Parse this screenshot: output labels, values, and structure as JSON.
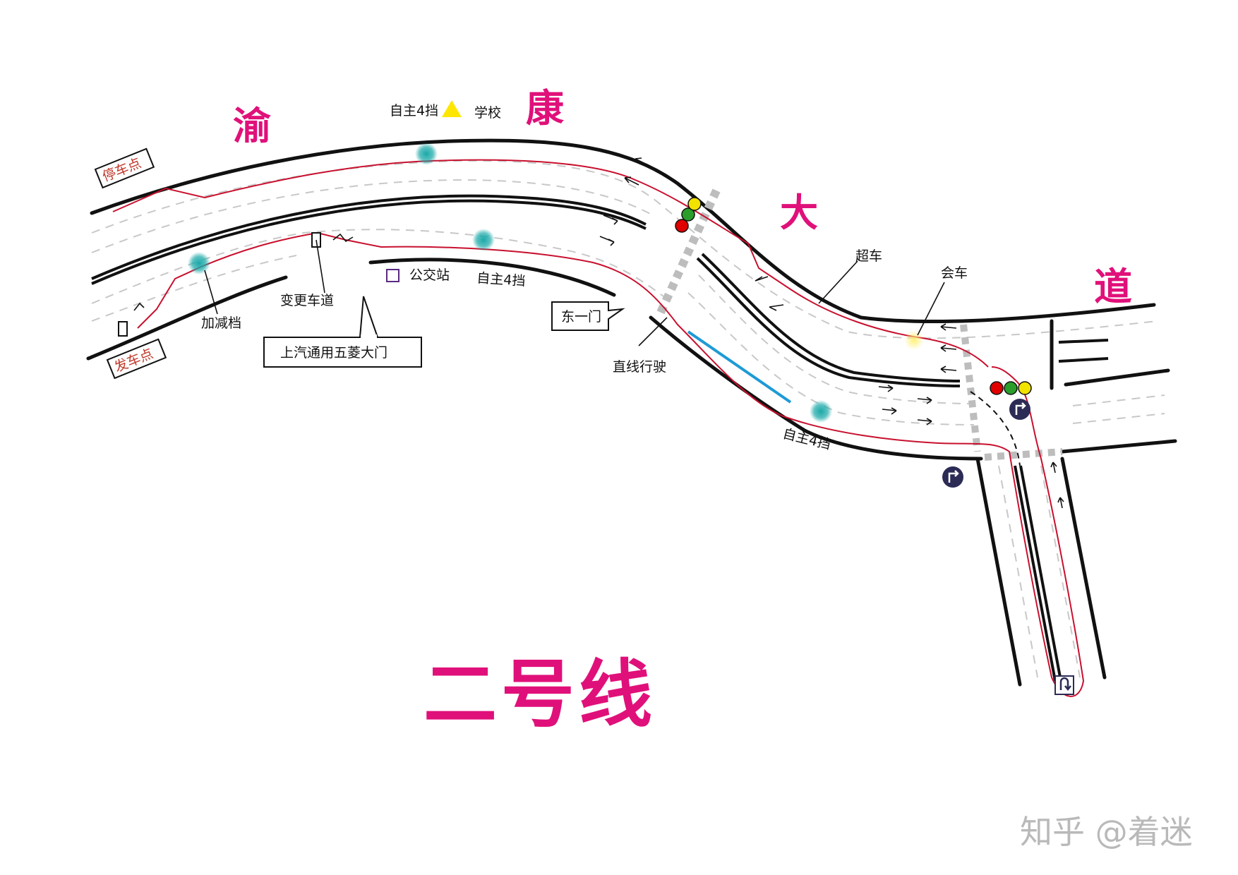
{
  "road_name_chars": [
    "渝",
    "康",
    "大",
    "道"
  ],
  "title": "二号线",
  "labels": {
    "auto_gear_top": "自主4挡",
    "school": "学校",
    "bus_stop": "公交站",
    "auto_gear_mid": "自主4挡",
    "gear_shift": "加减档",
    "lane_change": "变更车道",
    "saic_gate": "上汽通用五菱大门",
    "east_gate": "东一门",
    "straight": "直线行驶",
    "overtake": "超车",
    "meet_car": "会车",
    "auto_gear_bottom": "自主4挡"
  },
  "points": {
    "stop": "停车点",
    "start": "发车点"
  },
  "watermark": "知乎 @着迷",
  "colors": {
    "road_name": "#e0107a",
    "route": "#c8102e",
    "gear_marker": "#1aa8a8",
    "straight_segment": "#1e9ad6",
    "school_triangle": "#ffe600",
    "light_red": "#e00000",
    "light_green": "#2a9d2a",
    "light_yellow": "#f2e200",
    "turn_sign": "#2b2b55"
  },
  "icons": [
    "traffic-light-icon",
    "triangle-warning-icon",
    "bus-stop-square-icon",
    "turn-right-sign-icon",
    "u-turn-sign-icon",
    "car-icon"
  ]
}
